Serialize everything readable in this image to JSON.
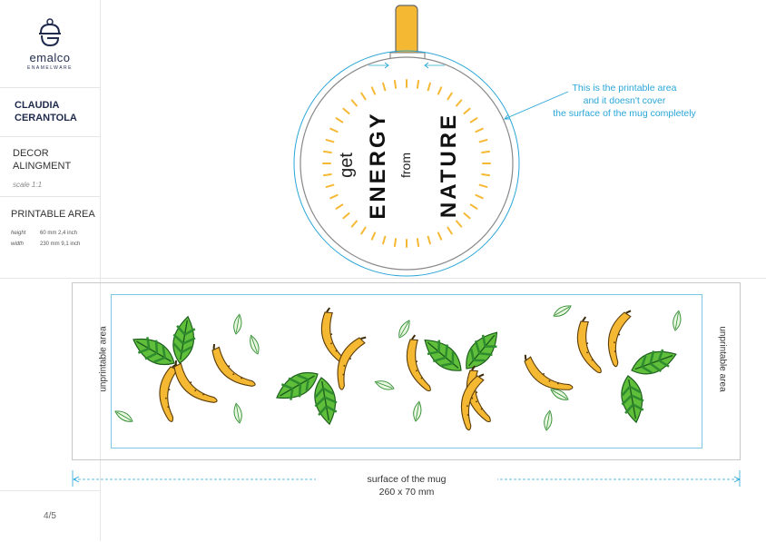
{
  "brand": {
    "name": "emalco",
    "tagline": "ENAMELWARE"
  },
  "designer": {
    "line1": "CLAUDIA",
    "line2": "CERANTOLA"
  },
  "decor": {
    "line1": "DECOR",
    "line2": "ALINGMENT",
    "scale": "scale 1:1"
  },
  "printable_area": {
    "title": "PRINTABLE AREA",
    "height_label": "height",
    "height_value": "60 mm  2,4 inch",
    "width_label": "width",
    "width_value": "230 mm 9,1 inch"
  },
  "page": "4/5",
  "callout": {
    "line1": "This is the printable area",
    "line2": "and it doesn't cover",
    "line3": "the surface of the mug completely"
  },
  "mug_text": {
    "line1": "get",
    "line2": "ENERGY",
    "line3": "from",
    "line4": "NATURE"
  },
  "labels": {
    "unprintable": "unprintable area"
  },
  "surface": {
    "line1": "surface of the mug",
    "line2": "260 x 70 mm"
  },
  "colors": {
    "accent_blue": "#2aa6d8",
    "banana": "#f5b833",
    "leaf_dark": "#2e8b2e",
    "leaf_light": "#5fbf3a",
    "navy": "#1f2a4d"
  }
}
